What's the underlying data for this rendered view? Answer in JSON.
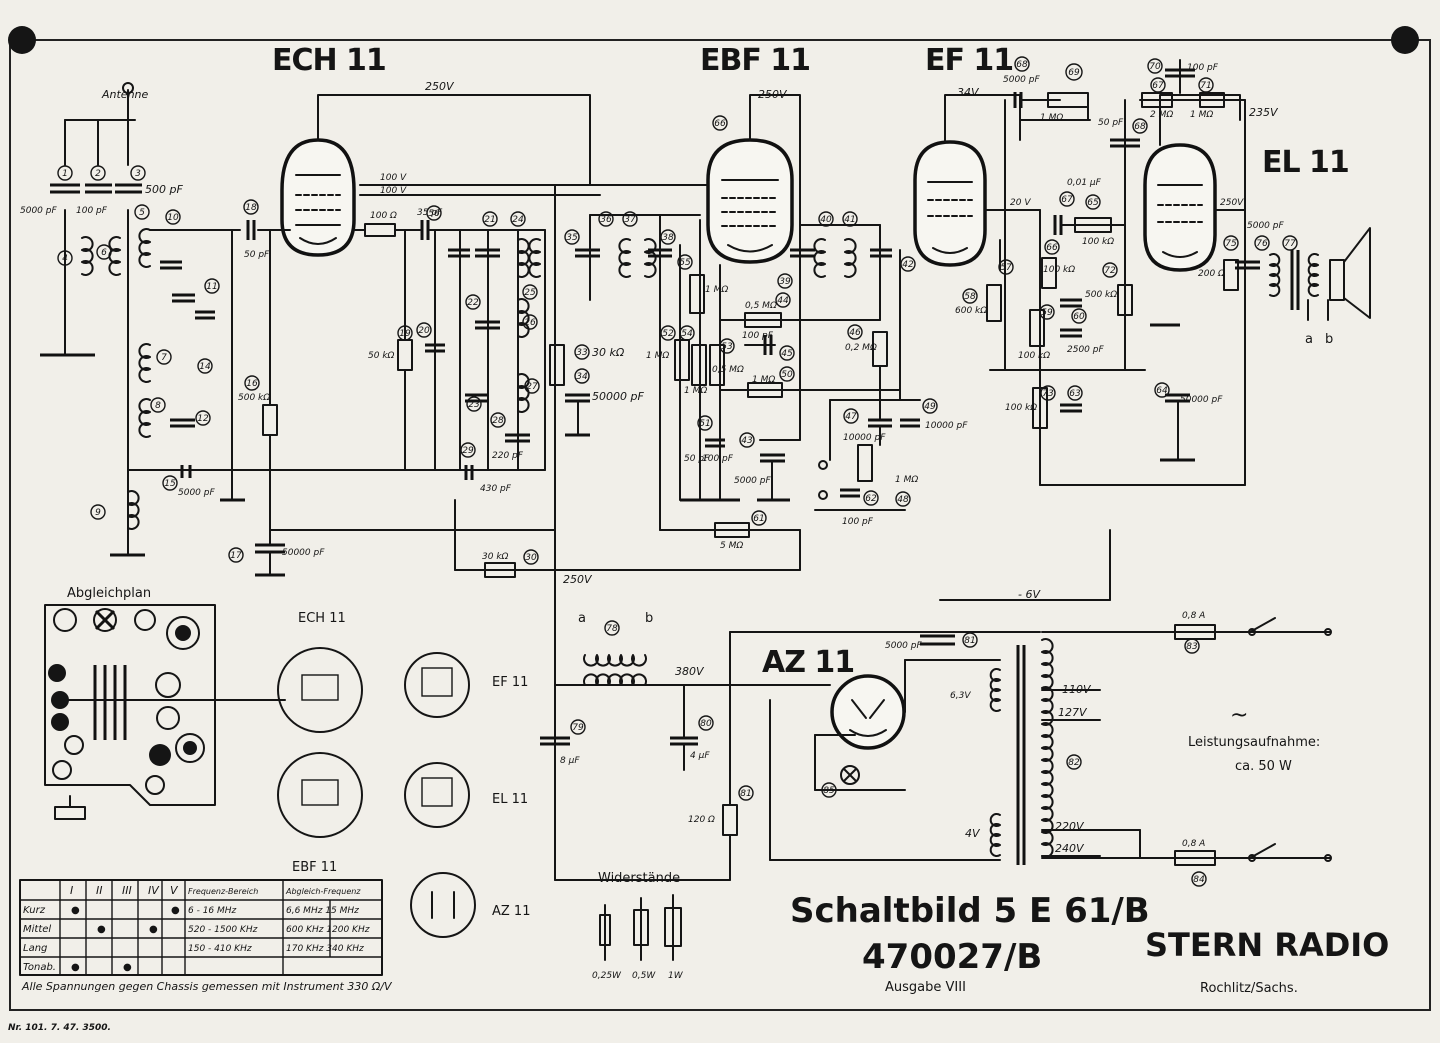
{
  "tubes": {
    "ech11": "ECH 11",
    "ebf11": "EBF 11",
    "ef11": "EF 11",
    "el11": "EL 11",
    "az11": "AZ 11"
  },
  "labels": {
    "antenne": "Antenne",
    "abgleichplan": "Abgleichplan",
    "widerstaende": "Widerstände",
    "leistung_label": "Leistungsaufnahme:",
    "leistung_value": "ca. 50 W",
    "tilde": "~",
    "out_a": "a",
    "out_b": "b",
    "in_a": "a",
    "in_b": "b"
  },
  "voltages": {
    "v250_top": "250V",
    "v250_ebf": "250V",
    "v34": "34V",
    "v235": "235V",
    "v100a": "100 V",
    "v100b": "100 V",
    "v20": "20 V",
    "v250_el": "250V",
    "v250_bus": "250V",
    "v380": "380V",
    "minus6": "- 6V",
    "v63": "6,3V",
    "v4": "4V",
    "v110": "110V",
    "v127": "127V",
    "v220": "220V",
    "v240": "240V"
  },
  "components": {
    "c1": "5000 pF",
    "c2": "100 pF",
    "c3": "500 pF",
    "c18": "50 pF",
    "r19_top": "100 Ω",
    "c56": "35 pF",
    "r19": "50 kΩ",
    "r16": "500 kΩ",
    "c15": "5000 pF",
    "c17": "50000 pF",
    "r30": "30 kΩ",
    "c29": "430 pF",
    "c28": "220 pF",
    "r33": "30 kΩ",
    "c34": "50000 pF",
    "r55": "1 MΩ",
    "r52": "1 MΩ",
    "r54": "1 MΩ",
    "r44": "0,5 MΩ",
    "c45": "100 pF",
    "r53": "0,5 MΩ",
    "r50": "1 MΩ",
    "c51": "50 pF",
    "c51b": "100 pF",
    "c43": "5000 pF",
    "r61": "5 MΩ",
    "r46": "0,2 MΩ",
    "c47": "10000 pF",
    "c49": "10000 pF",
    "r48": "1 MΩ",
    "c62": "100 pF",
    "c68": "5000 pF",
    "r69": "1 MΩ",
    "c57": "0,01 μF",
    "r65": "100 kΩ",
    "r66": "100 kΩ",
    "r58": "600 kΩ",
    "c60": "2500 pF",
    "r59": "100 kΩ",
    "r73": "100 kΩ",
    "r72": "500 kΩ",
    "c64": "50000 pF",
    "c70": "100 pF",
    "r67": "2 MΩ",
    "r71": "1 MΩ",
    "c68b": "50 pF",
    "c75": "5000 pF",
    "r76": "200 Ω",
    "c79": "8 μF",
    "c80": "4 μF",
    "r81": "120 Ω",
    "c_az": "5000 pF",
    "f83": "0,8 A",
    "f84": "0,8 A",
    "res_025": "0,25W",
    "res_05": "0,5W",
    "res_1": "1W"
  },
  "title": {
    "schaltbild": "Schaltbild 5 E 61/B",
    "number": "470027/B",
    "ausgabe": "Ausgabe VIII",
    "brand": "STERN RADIO",
    "city": "Rochlitz/Sachs.",
    "footer_left": "Nr. 101. 7. 47. 3500.",
    "footer_note": "Alle Spannungen gegen Chassis gemessen mit Instrument 330 Ω/V"
  },
  "table": {
    "headers": [
      "",
      "I",
      "II",
      "III",
      "IV",
      "V",
      "Frequenz-Bereich",
      "Abgleich-Frequenz"
    ],
    "rows": [
      [
        "Kurz",
        "●",
        "",
        "",
        "",
        "●",
        "6 - 16 MHz",
        "6,6 MHz  15 MHz"
      ],
      [
        "Mittel",
        "",
        "●",
        "",
        "●",
        "",
        "520 - 1500 KHz",
        "600 KHz  1200 KHz"
      ],
      [
        "Lang",
        "",
        "",
        "",
        "",
        "",
        "150 - 410 KHz",
        "170 KHz  340 KHz"
      ],
      [
        "Tonab.",
        "●",
        "",
        "●",
        "",
        "",
        "",
        ""
      ]
    ]
  },
  "pinouts": {
    "ech11": "ECH 11",
    "ef11": "EF 11",
    "ebf11": "EBF 11",
    "el11": "EL 11",
    "az11": "AZ 11"
  }
}
